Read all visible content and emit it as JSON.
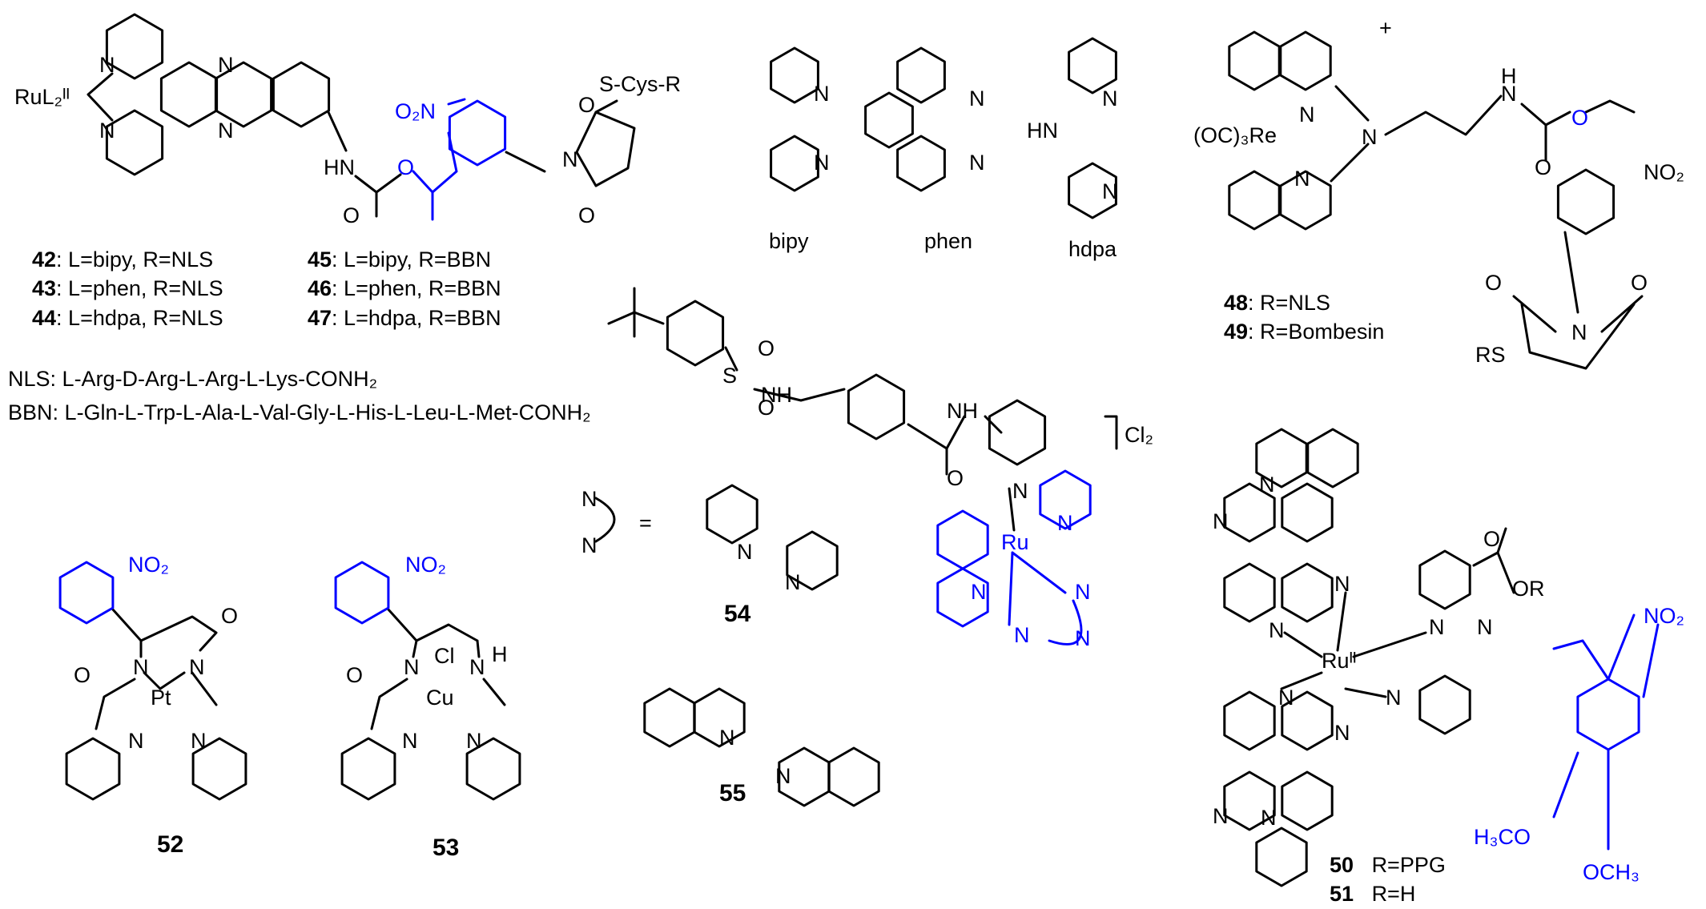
{
  "colors": {
    "ppg": "#0000ff",
    "ink": "#000000"
  },
  "compounds_42_47": {
    "core_label": "RuL₂ᴵᴵ",
    "atom_n": "N",
    "nitro": "O₂N",
    "cys": "S-Cys-R",
    "nh": "HN",
    "o": "O",
    "rows_left": [
      {
        "num": "42",
        "text": ": L=bipy, R=NLS"
      },
      {
        "num": "43",
        "text": ": L=phen, R=NLS"
      },
      {
        "num": "44",
        "text": ": L=hdpa, R=NLS"
      }
    ],
    "rows_right": [
      {
        "num": "45",
        "text": ": L=bipy, R=BBN"
      },
      {
        "num": "46",
        "text": ": L=phen, R=BBN"
      },
      {
        "num": "47",
        "text": ": L=hdpa, R=BBN"
      }
    ]
  },
  "ligands": {
    "bipy": "bipy",
    "phen": "phen",
    "hdpa": "hdpa",
    "hn": "HN"
  },
  "sequences": {
    "nls_label": "NLS:",
    "nls": "L-Arg-D-Arg-L-Arg-L-Lys-CONH₂",
    "bbn_label": "BBN:",
    "bbn": "L-Gln-L-Trp-L-Ala-L-Val-Gly-L-His-L-Leu-L-Met-CONH₂"
  },
  "compounds_48_49": {
    "charge": "+",
    "re": "(OC)₃Re",
    "nitro": "NO₂",
    "rs": "RS",
    "h": "H",
    "rows": [
      {
        "num": "48",
        "text": ": R=NLS"
      },
      {
        "num": "49",
        "text": ": R=Bombesin"
      }
    ]
  },
  "compound_54": {
    "num": "54",
    "counterion": "Cl₂",
    "ru": "Ru",
    "equals": "=",
    "nh": "NH",
    "s": "S",
    "sub_h": "H"
  },
  "compound_55": {
    "num": "55"
  },
  "compound_52": {
    "num": "52",
    "metal": "Pt",
    "nitro": "NO₂"
  },
  "compound_53": {
    "num": "53",
    "metal": "Cu",
    "cl": "Cl",
    "nh": "H",
    "nitro": "NO₂"
  },
  "compounds_50_51": {
    "ru": "Ruᴵᴵ",
    "ester": "OR",
    "o": "O",
    "rows": [
      {
        "num": "50",
        "text": "R=PPG"
      },
      {
        "num": "51",
        "text": "R=H"
      }
    ],
    "ppg_nitro": "NO₂",
    "ppg_ome1": "H₃CO",
    "ppg_ome2": "OCH₃"
  }
}
